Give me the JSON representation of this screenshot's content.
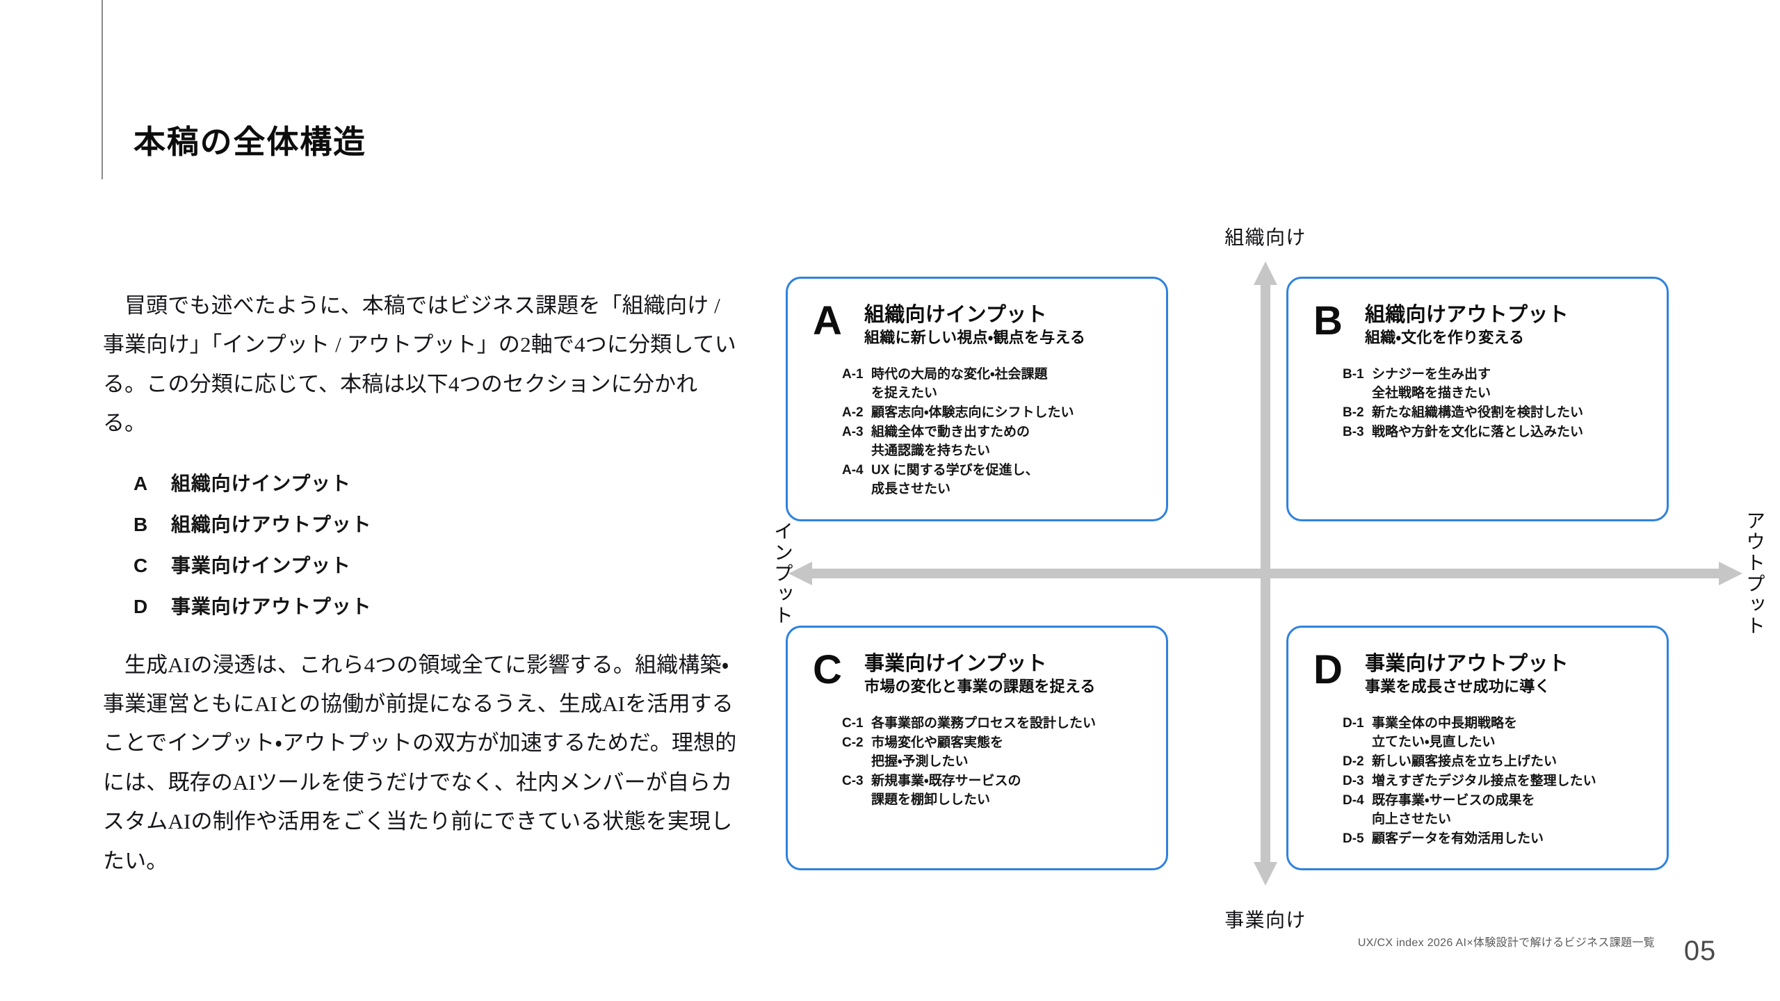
{
  "page_title": "本稿の全体構造",
  "body": {
    "paragraph_1": "冒頭でも述べたように、本稿ではビジネス課題を「組織向け / 事業向け」「インプット / アウトプット」の2軸で4つに分類している。この分類に応じて、本稿は以下4つのセクションに分かれる。",
    "paragraph_2": "生成AIの浸透は、これら4つの領域全てに影響する。組織構築・事業運営ともにAIとの協働が前提になるうえ、生成AIを活用することでインプット・アウトプットの双方が加速するためだ。理想的には、既存のAIツールを使うだけでなく、社内メンバーが自らカスタムAIの制作や活用をごく当たり前にできている状態を実現したい。",
    "sections": [
      {
        "key": "A",
        "label": "組織向けインプット"
      },
      {
        "key": "B",
        "label": "組織向けアウトプット"
      },
      {
        "key": "C",
        "label": "事業向けインプット"
      },
      {
        "key": "D",
        "label": "事業向けアウトプット"
      }
    ]
  },
  "diagram": {
    "axis": {
      "top": "組織向け",
      "bottom": "事業向け",
      "left": "インプット",
      "right": "アウトプット"
    },
    "border_color": "#2e82de",
    "axis_color": "#c6c6c6",
    "quadrants": [
      {
        "letter": "A",
        "title": "組織向けインプット",
        "subtitle": "組織に新しい視点・観点を与える",
        "items": [
          {
            "key": "A-1",
            "text": "時代の大局的な変化・社会課題\nを捉えたい"
          },
          {
            "key": "A-2",
            "text": "顧客志向・体験志向にシフトしたい"
          },
          {
            "key": "A-3",
            "text": "組織全体で動き出すための\n共通認識を持ちたい"
          },
          {
            "key": "A-4",
            "text": "UX に関する学びを促進し、\n成長させたい"
          }
        ]
      },
      {
        "letter": "B",
        "title": "組織向けアウトプット",
        "subtitle": "組織・文化を作り変える",
        "items": [
          {
            "key": "B-1",
            "text": "シナジーを生み出す\n全社戦略を描きたい"
          },
          {
            "key": "B-2",
            "text": "新たな組織構造や役割を検討したい"
          },
          {
            "key": "B-3",
            "text": "戦略や方針を文化に落とし込みたい"
          }
        ]
      },
      {
        "letter": "C",
        "title": "事業向けインプット",
        "subtitle": "市場の変化と事業の課題を捉える",
        "items": [
          {
            "key": "C-1",
            "text": "各事業部の業務プロセスを設計したい"
          },
          {
            "key": "C-2",
            "text": "市場変化や顧客実態を\n把握・予測したい"
          },
          {
            "key": "C-3",
            "text": "新規事業・既存サービスの\n課題を棚卸ししたい"
          }
        ]
      },
      {
        "letter": "D",
        "title": "事業向けアウトプット",
        "subtitle": "事業を成長させ成功に導く",
        "items": [
          {
            "key": "D-1",
            "text": "事業全体の中長期戦略を\n立てたい・見直したい"
          },
          {
            "key": "D-2",
            "text": "新しい顧客接点を立ち上げたい"
          },
          {
            "key": "D-3",
            "text": "増えすぎたデジタル接点を整理したい"
          },
          {
            "key": "D-4",
            "text": "既存事業・サービスの成果を\n向上させたい"
          },
          {
            "key": "D-5",
            "text": "顧客データを有効活用したい"
          }
        ]
      }
    ]
  },
  "footer": {
    "note": "UX/CX index 2026  AI×体験設計で解けるビジネス課題一覧",
    "page_number": "05"
  }
}
